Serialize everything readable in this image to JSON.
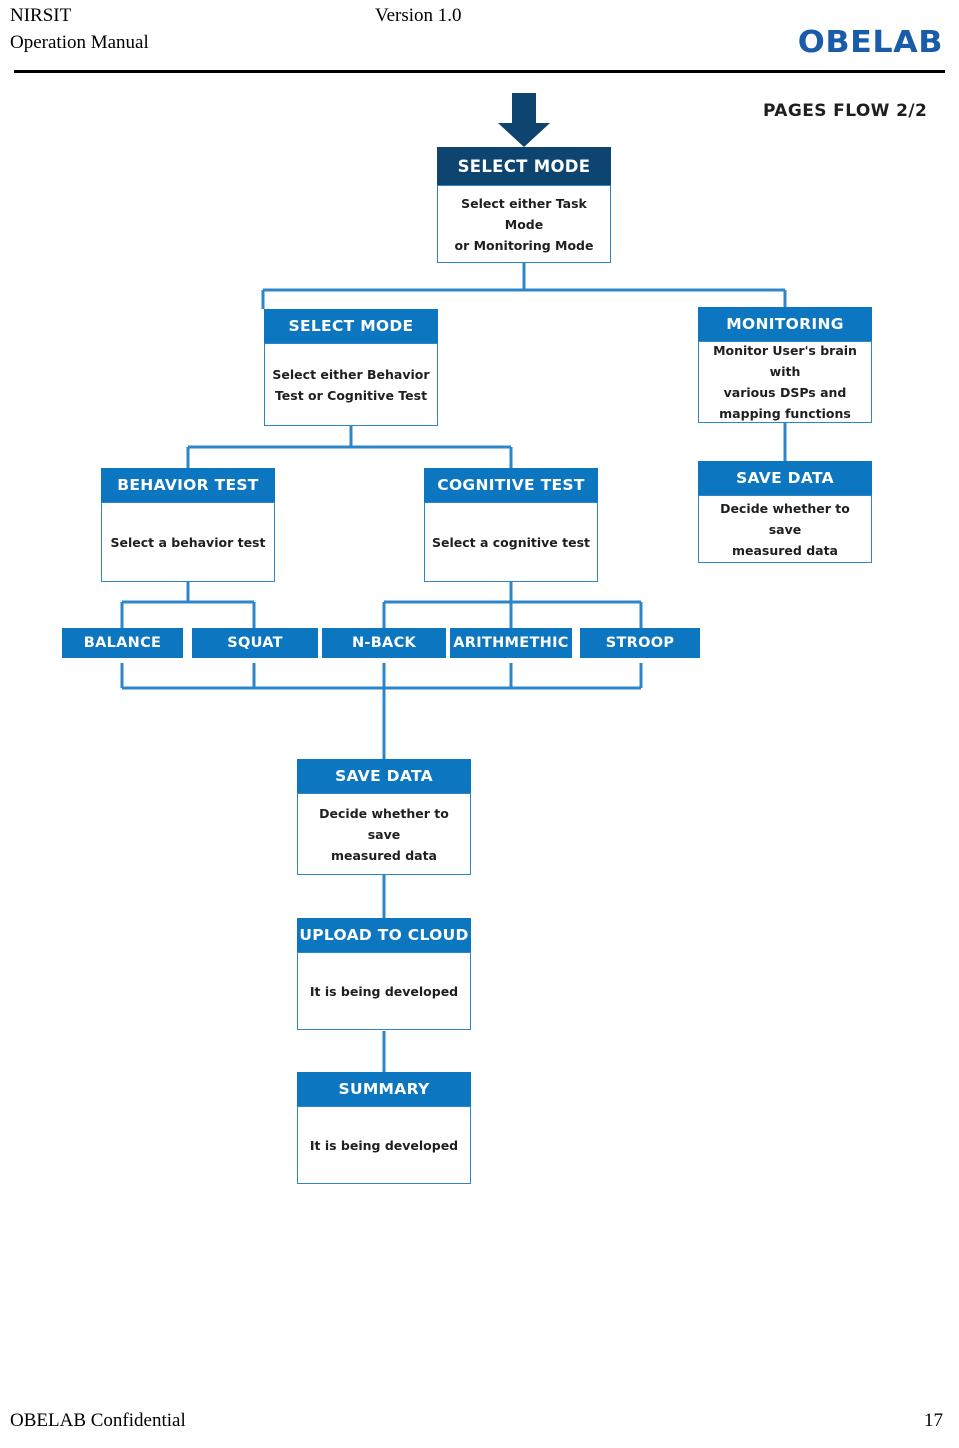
{
  "header": {
    "doc_title": "NIRSIT\nOperation Manual",
    "version": "Version 1.0",
    "logo": "OBELAB"
  },
  "footer": {
    "confidential": "OBELAB Confidential",
    "page_number": "17"
  },
  "diagram": {
    "title": "PAGES FLOW 2/2",
    "colors": {
      "navy": "#0d4470",
      "blue": "#0c76c0",
      "connector": "#2e86c8",
      "body_border": "#2e86c8",
      "body_text": "#201f1e"
    },
    "nodes": {
      "select_mode_root": {
        "head": "SELECT MODE",
        "body": "Select either Task Mode\nor Monitoring Mode"
      },
      "select_mode_sub": {
        "head": "SELECT MODE",
        "body": "Select either Behavior\nTest or Cognitive Test"
      },
      "monitoring": {
        "head": "MONITORING",
        "body": "Monitor User's brain with\nvarious DSPs and\nmapping functions"
      },
      "monitoring_save_data": {
        "head": "SAVE DATA",
        "body": "Decide whether to save\nmeasured data"
      },
      "behavior_test": {
        "head": "BEHAVIOR TEST",
        "body": "Select a behavior test"
      },
      "cognitive_test": {
        "head": "COGNITIVE TEST",
        "body": "Select a cognitive test"
      },
      "save_data": {
        "head": "SAVE DATA",
        "body": "Decide whether to save\nmeasured data"
      },
      "upload_to_cloud": {
        "head": "UPLOAD TO CLOUD",
        "body": "It is being developed"
      },
      "summary": {
        "head": "SUMMARY",
        "body": "It is being developed"
      }
    },
    "leaf_tests": [
      {
        "label": "BALANCE"
      },
      {
        "label": "SQUAT"
      },
      {
        "label": "N-BACK"
      },
      {
        "label": "ARITHMETHIC"
      },
      {
        "label": "STROOP"
      }
    ]
  }
}
